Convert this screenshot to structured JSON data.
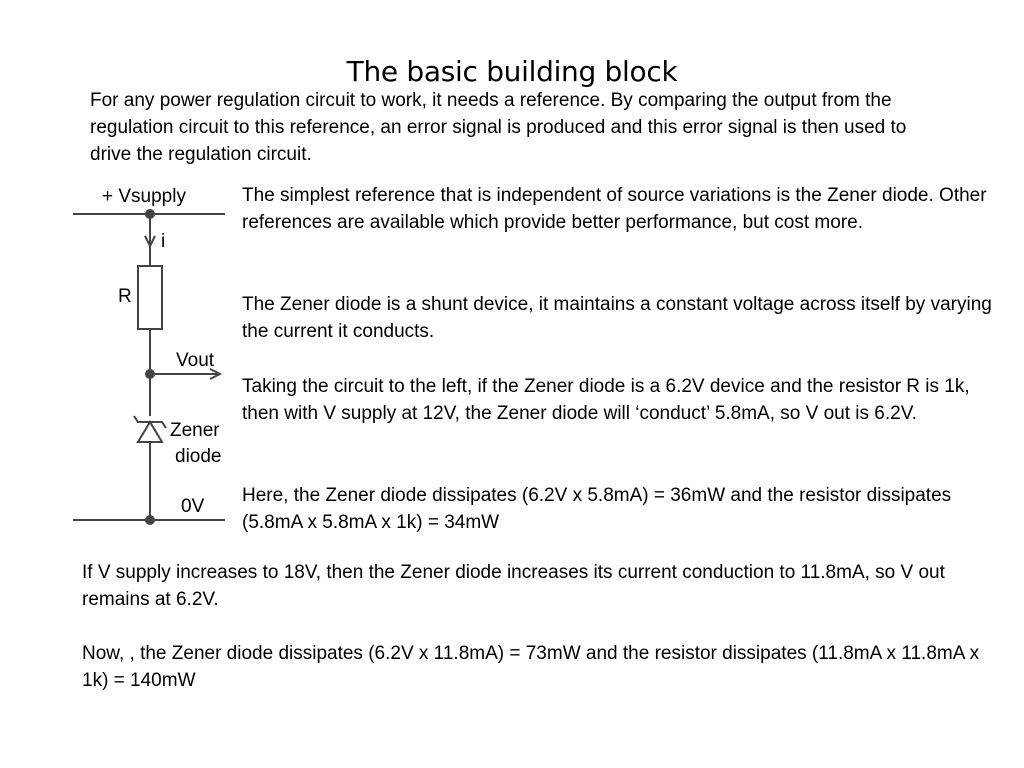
{
  "title": "The basic building block",
  "intro": "For any power regulation circuit to work, it needs a reference. By comparing the output from the regulation circuit to this reference, an error signal is produced and this error signal is then used to drive the regulation circuit.",
  "right_paragraphs": [
    "The simplest reference that is independent of source variations is the Zener diode. Other references are available which provide better performance, but cost more.",
    "The Zener diode is a shunt device, it maintains a constant voltage across itself by varying the current it conducts.",
    "Taking the circuit to the left, if the Zener diode is a 6.2V device and the resistor R is 1k, then with V supply at 12V, the Zener diode will ‘conduct’ 5.8mA, so V out is 6.2V.",
    "Here, the Zener diode dissipates (6.2V x 5.8mA)  = 36mW and the resistor dissipates (5.8mA x 5.8mA x 1k) = 34mW"
  ],
  "bottom_paragraphs": [
    "If V supply increases to 18V, then the Zener diode increases its current conduction to 11.8mA, so V out remains at 6.2V.",
    "Now, , the Zener diode dissipates (6.2V x 11.8mA)  = 73mW and the resistor dissipates (11.8mA x 11.8mA x 1k) = 140mW"
  ],
  "circuit": {
    "supply_label": "+ Vsupply",
    "current_label": "i",
    "resistor_label": "R",
    "output_label": "Vout",
    "zener_label_line1": "Zener",
    "zener_label_line2": "diode",
    "ground_label": "0V"
  }
}
